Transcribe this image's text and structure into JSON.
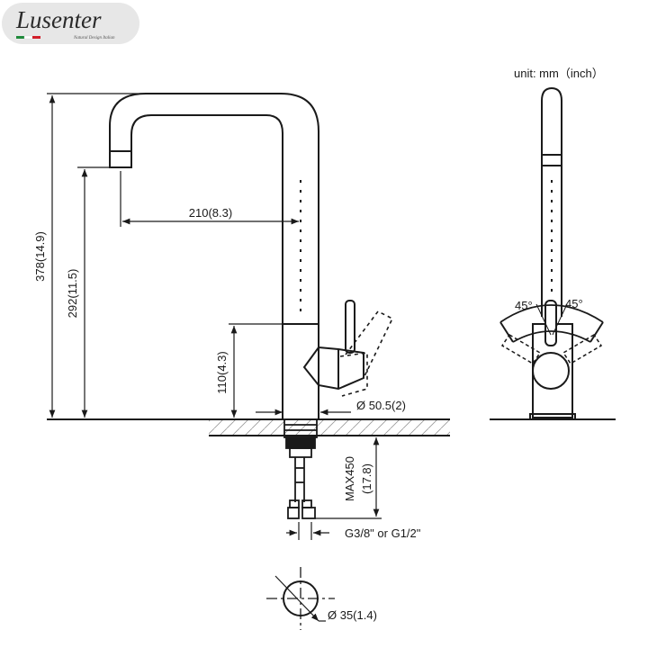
{
  "brand": {
    "name": "Lusenter",
    "tagline": "Natural Design Italian",
    "flag_colors": [
      "#1f8a3b",
      "#ffffff",
      "#d21f2b"
    ]
  },
  "unit_label": "unit: mm（inch）",
  "dimensions": {
    "total_height": "378(14.9)",
    "spout_height": "292(11.5)",
    "spout_reach": "210(8.3)",
    "body_height": "110(4.3)",
    "base_diameter": "Ø 50.5(2)",
    "max_shank": "MAX450",
    "max_shank_inch": "(17.8)",
    "connection": "G3/8\" or G1/2\"",
    "hole_diameter": "Ø 35(1.4)",
    "angle_left": "45°",
    "angle_right": "45°"
  }
}
